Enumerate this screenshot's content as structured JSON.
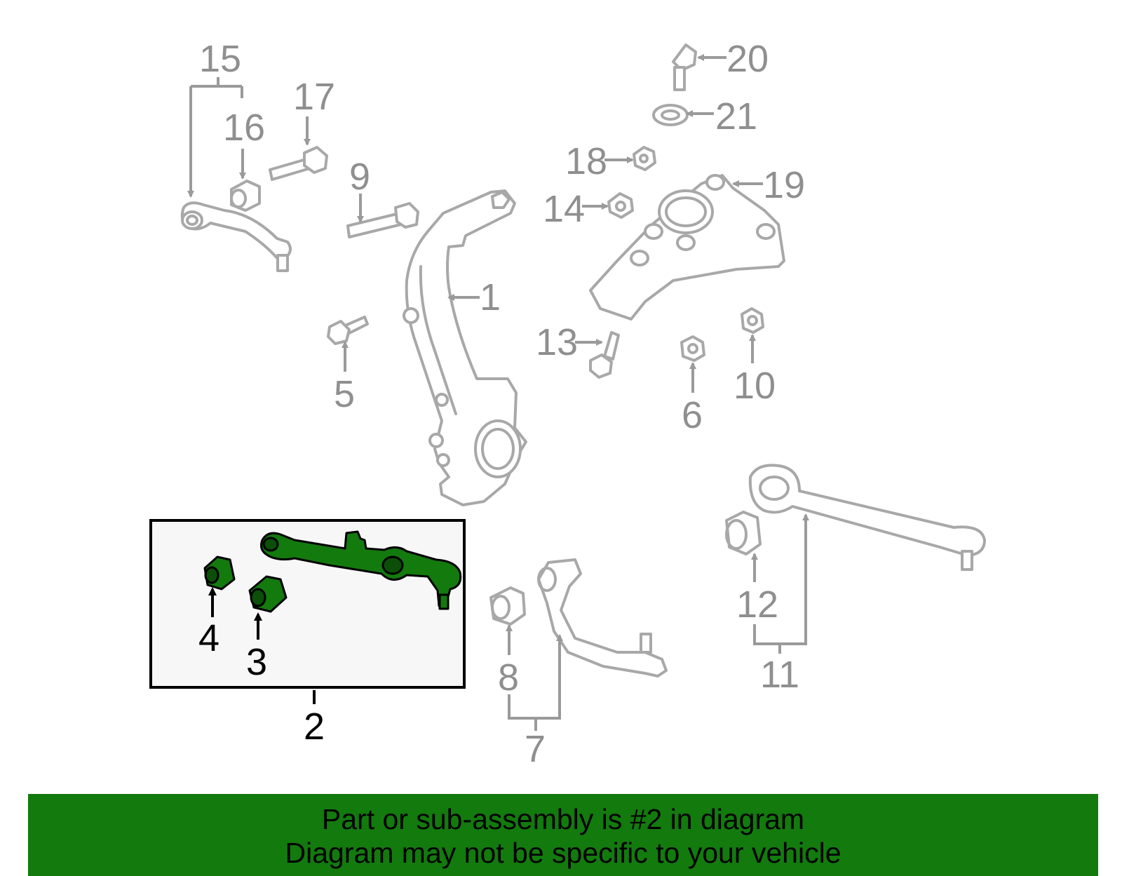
{
  "diagram": {
    "callouts": {
      "c1": "1",
      "c2": "2",
      "c3": "3",
      "c4": "4",
      "c5": "5",
      "c6": "6",
      "c7": "7",
      "c8": "8",
      "c9": "9",
      "c10": "10",
      "c11": "11",
      "c12": "12",
      "c13": "13",
      "c14": "14",
      "c15": "15",
      "c16": "16",
      "c17": "17",
      "c18": "18",
      "c19": "19",
      "c20": "20",
      "c21": "21"
    },
    "highlight_color": "#137a0e",
    "part_outline_color": "#a8a8a8",
    "highlight_box_fill": "#f7f7f7"
  },
  "banner": {
    "line1": "Part or sub-assembly is #2 in diagram",
    "line2": "Diagram may not be specific to your vehicle",
    "background": "#137a0e"
  }
}
